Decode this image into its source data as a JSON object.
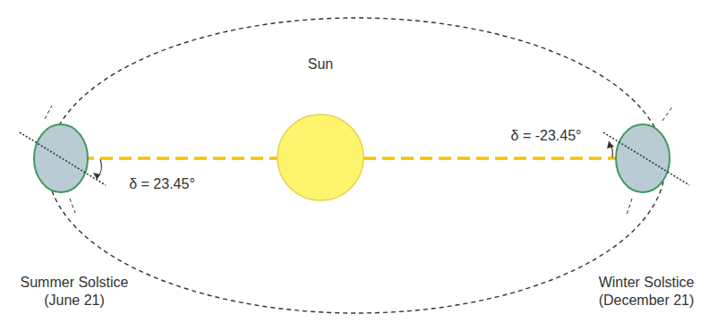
{
  "diagram": {
    "labels": [
      "Sun",
      "δ = 23.45°",
      "δ = -23.45°",
      "Summer Solstice (June 21)",
      "Winter Solstice (December 21)"
    ]
  }
}
